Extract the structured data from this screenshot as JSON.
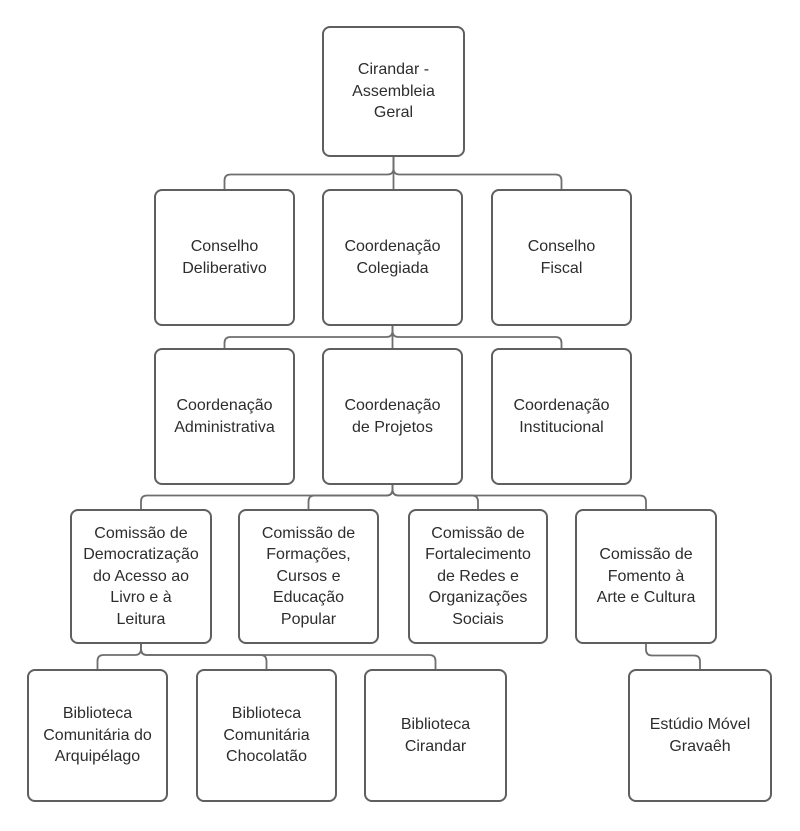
{
  "diagram": {
    "type": "org-chart",
    "colors": {
      "background": "#ffffff",
      "box_border": "#5f5f5f",
      "line": "#6e6e6e",
      "text": "#2d2d2d"
    },
    "nodes": [
      {
        "id": "assembleia",
        "label": "Cirandar -\nAssembleia\nGeral"
      },
      {
        "id": "deliberativo",
        "label": "Conselho\nDeliberativo"
      },
      {
        "id": "colegiada",
        "label": "Coordenação\nColegiada"
      },
      {
        "id": "fiscal",
        "label": "Conselho\nFiscal"
      },
      {
        "id": "administrativa",
        "label": "Coordenação\nAdministrativa"
      },
      {
        "id": "projetos",
        "label": "Coordenação\nde Projetos"
      },
      {
        "id": "institucional",
        "label": "Coordenação\nInstitucional"
      },
      {
        "id": "democratizacao",
        "label": "Comissão de\nDemocratização\ndo Acesso ao\nLivro e à\nLeitura"
      },
      {
        "id": "formacoes",
        "label": "Comissão de\nFormações,\nCursos e\nEducação\nPopular"
      },
      {
        "id": "fortalecimento",
        "label": "Comissão de\nFortalecimento\nde Redes e\nOrganizações\nSociais"
      },
      {
        "id": "fomento",
        "label": "Comissão de\nFomento à\nArte e Cultura"
      },
      {
        "id": "arquipelago",
        "label": "Biblioteca\nComunitária do\nArquipélago"
      },
      {
        "id": "chocolatao",
        "label": "Biblioteca\nComunitária\nChocolatão"
      },
      {
        "id": "cirandar",
        "label": "Biblioteca\nCirandar"
      },
      {
        "id": "gravaeh",
        "label": "Estúdio Móvel\nGravaêh"
      }
    ],
    "edges": [
      {
        "from": "assembleia",
        "to": "deliberativo"
      },
      {
        "from": "assembleia",
        "to": "colegiada"
      },
      {
        "from": "assembleia",
        "to": "fiscal"
      },
      {
        "from": "colegiada",
        "to": "administrativa"
      },
      {
        "from": "colegiada",
        "to": "projetos"
      },
      {
        "from": "colegiada",
        "to": "institucional"
      },
      {
        "from": "projetos",
        "to": "democratizacao"
      },
      {
        "from": "projetos",
        "to": "formacoes"
      },
      {
        "from": "projetos",
        "to": "fortalecimento"
      },
      {
        "from": "projetos",
        "to": "fomento"
      },
      {
        "from": "democratizacao",
        "to": "arquipelago"
      },
      {
        "from": "democratizacao",
        "to": "chocolatao"
      },
      {
        "from": "democratizacao",
        "to": "cirandar"
      },
      {
        "from": "fomento",
        "to": "gravaeh"
      }
    ]
  }
}
